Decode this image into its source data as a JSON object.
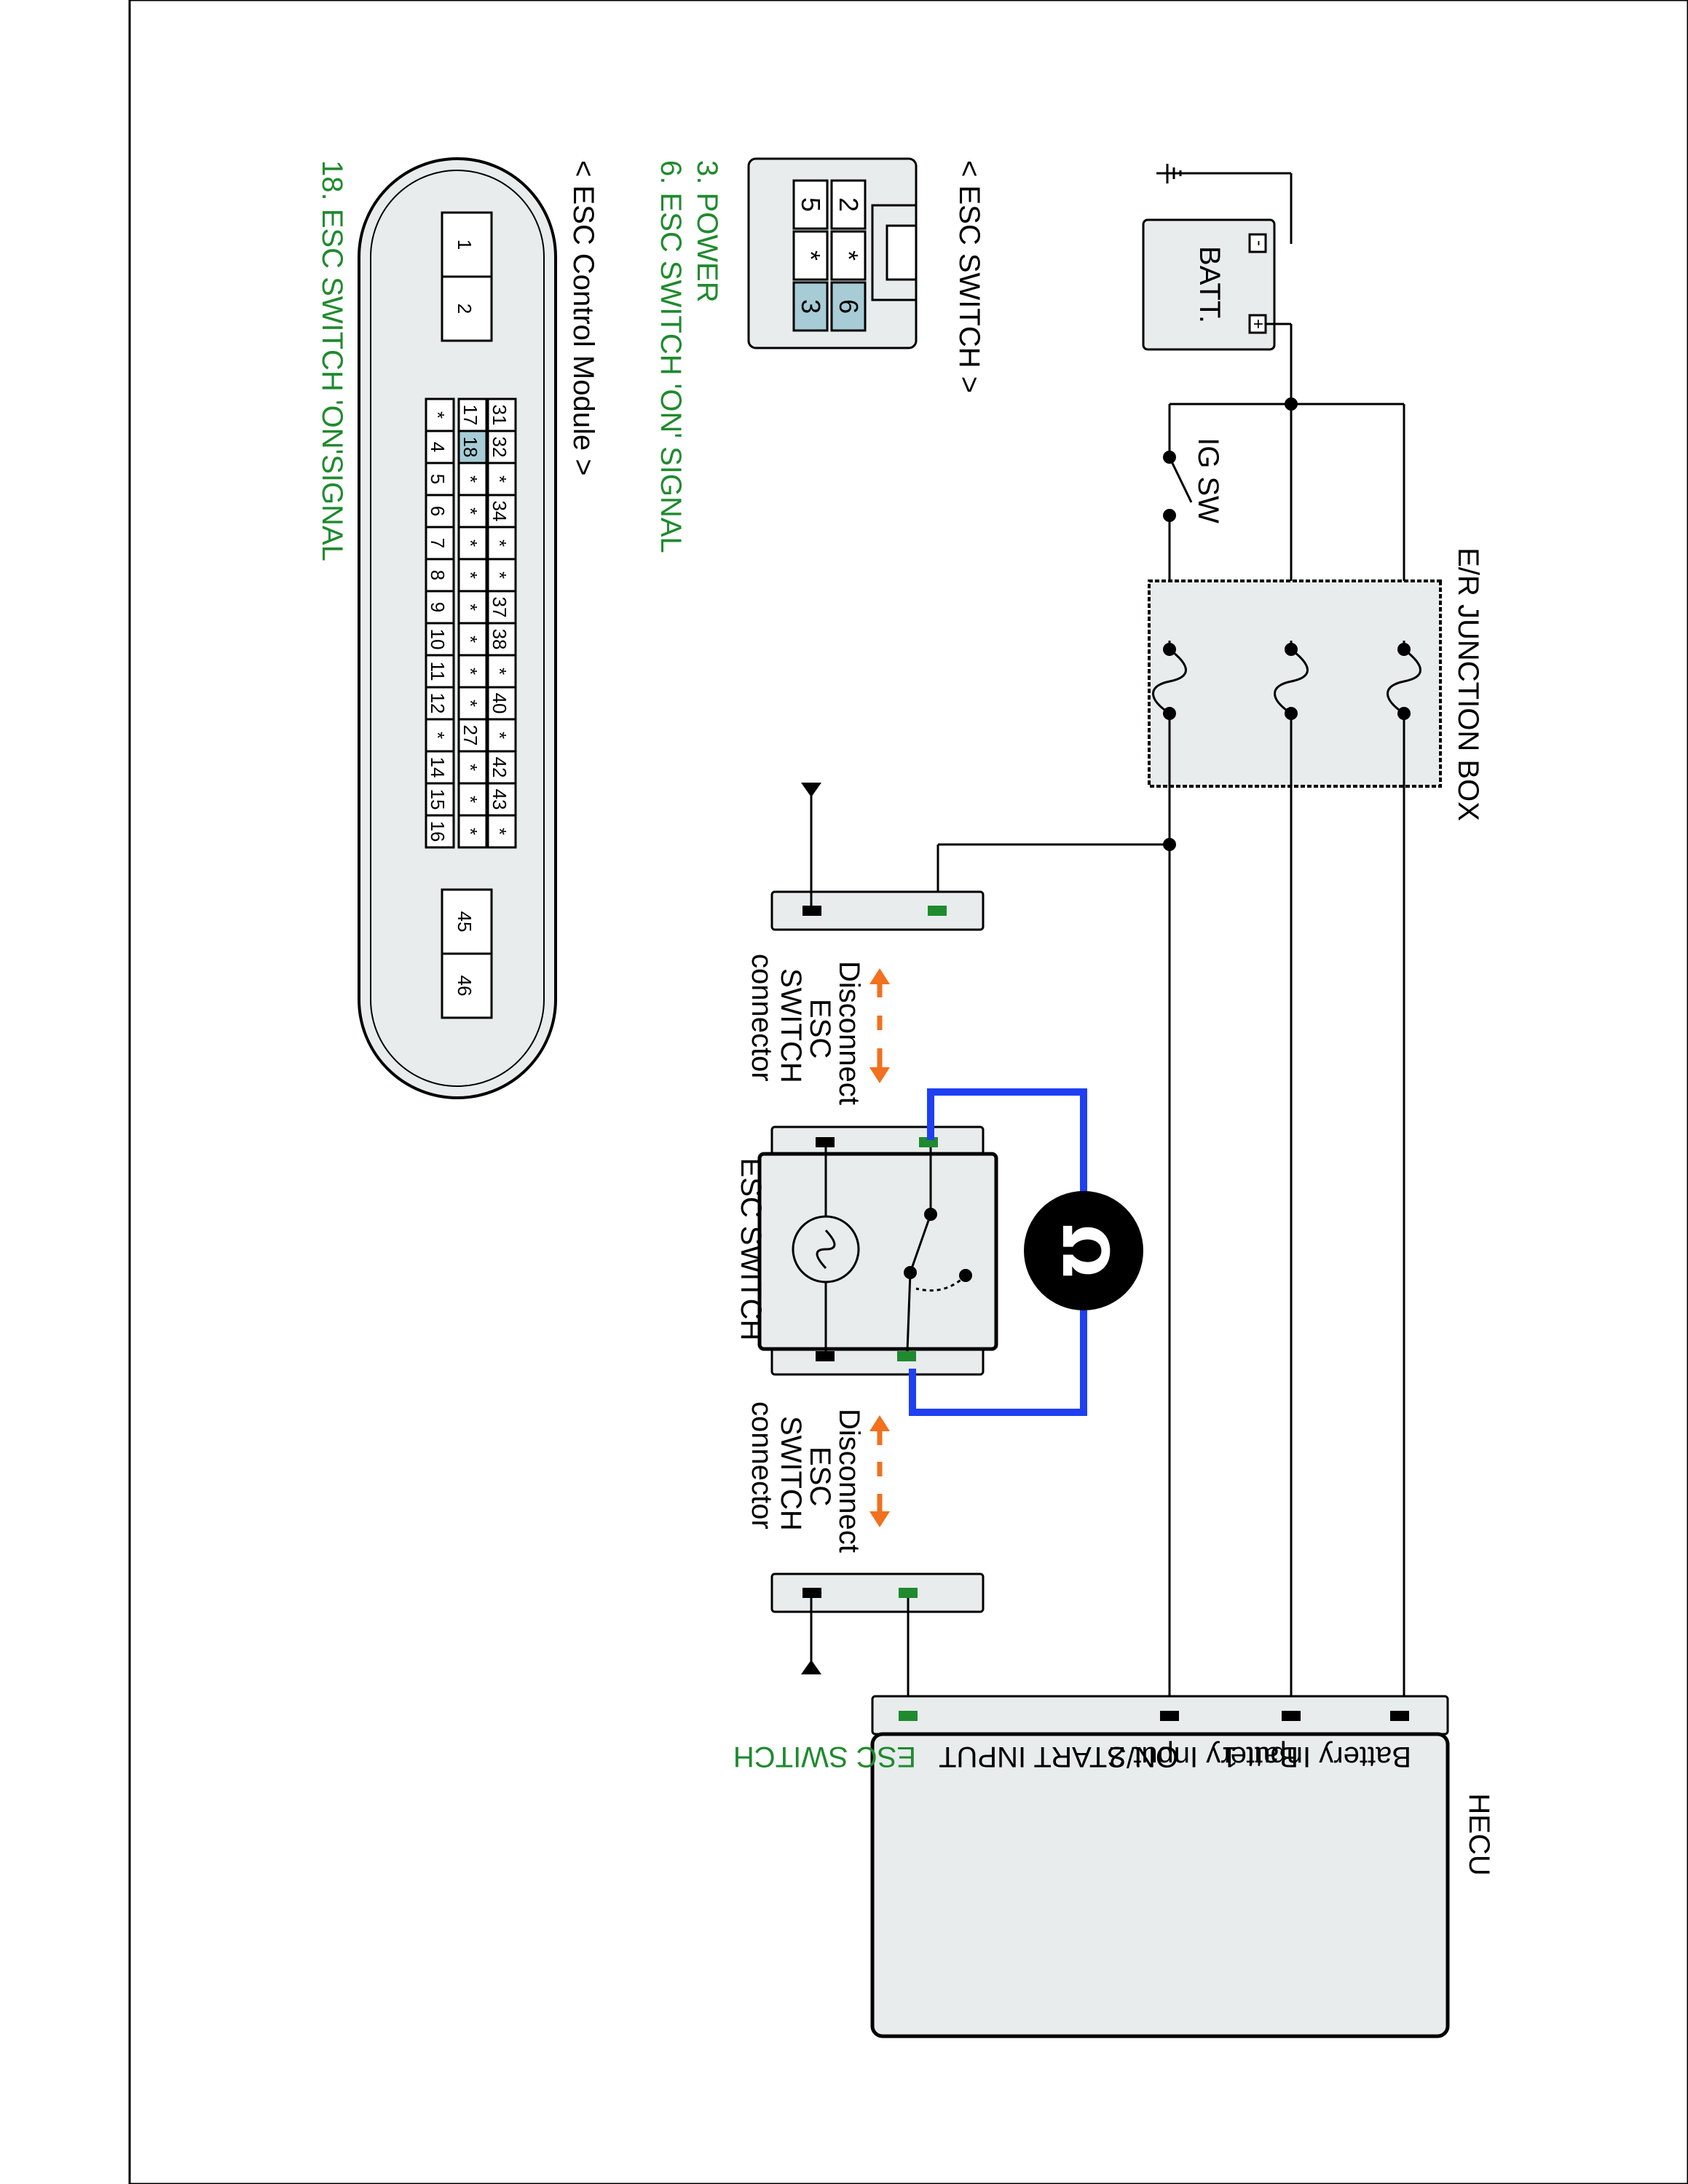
{
  "esc_switch_connector": {
    "title": "< ESC SWITCH >",
    "pins": [
      {
        "label": "2",
        "highlight": false
      },
      {
        "label": "*",
        "highlight": false
      },
      {
        "label": "6",
        "highlight": true
      },
      {
        "label": "5",
        "highlight": false
      },
      {
        "label": "*",
        "highlight": false
      },
      {
        "label": "3",
        "highlight": true
      }
    ],
    "notes": [
      "3. POWER",
      "6. ESC SWITCH 'ON' SIGNAL"
    ]
  },
  "esc_control_module": {
    "title": "< ESC Control Module >",
    "note": "18. ESC SWITCH 'ON'SIGNAL",
    "block_a": [
      "1",
      "2"
    ],
    "block_b": [
      "45",
      "46"
    ],
    "row_top": [
      "31",
      "32",
      "*",
      "34",
      "*",
      "*",
      "37",
      "38",
      "*",
      "40",
      "*",
      "42",
      "43",
      "*"
    ],
    "row_mid": [
      "17",
      "18",
      "*",
      "*",
      "*",
      "*",
      "*",
      "*",
      "*",
      "*",
      "27",
      "*",
      "*",
      "*"
    ],
    "row_bot": [
      "*",
      "4",
      "5",
      "6",
      "7",
      "8",
      "9",
      "10",
      "11",
      "12",
      "*",
      "14",
      "15",
      "16"
    ],
    "highlight_pin": "18"
  },
  "power": {
    "battery_label": "BATT.",
    "plus": "+",
    "minus": "-",
    "ig_switch": "IG SW",
    "junction_box": "E/R JUNCTION BOX"
  },
  "measurement": {
    "ohm_symbol": "Ω",
    "switch_label": "ESC SWITCH",
    "disconnect_lines": [
      "Disconnect",
      "ESC",
      "SWITCH",
      "connector"
    ]
  },
  "hecu": {
    "title": "HECU",
    "inputs": [
      "Battery Input 1",
      "Battery Input 2",
      "ON/START INPUT",
      "ESC SWITCH"
    ]
  },
  "colors": {
    "green": "#1f8a2e",
    "blue": "#1f3ff2",
    "orange": "#f2701e",
    "highlight": "#a7ccd6",
    "panel": "#e8ecec"
  }
}
